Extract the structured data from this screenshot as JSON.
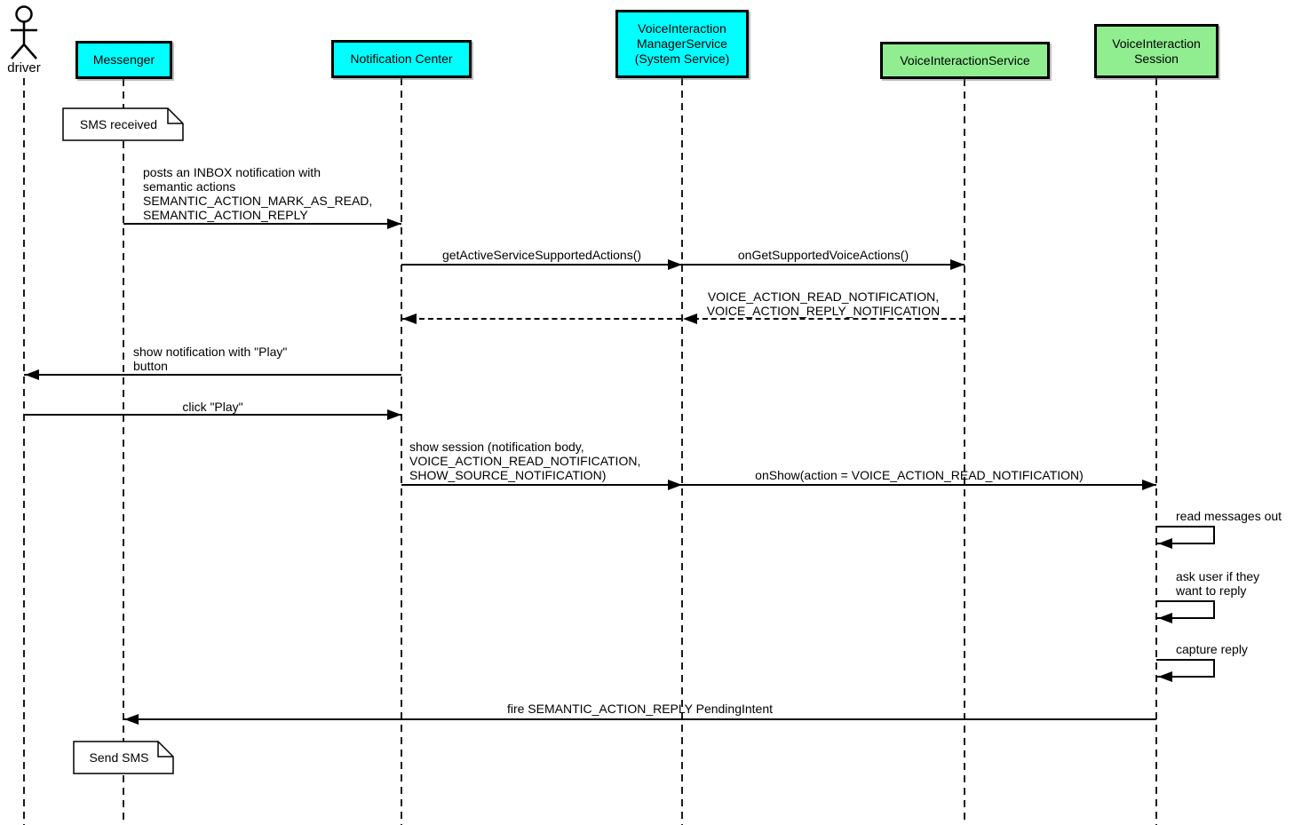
{
  "participants": [
    {
      "id": "driver",
      "label": "driver",
      "type": "actor"
    },
    {
      "id": "messenger",
      "label": "Messenger",
      "type": "system"
    },
    {
      "id": "notification-center",
      "label": "Notification Center",
      "type": "system"
    },
    {
      "id": "voice-interaction-manager-service",
      "label": "VoiceInteraction\nManagerService\n(System Service)",
      "type": "system"
    },
    {
      "id": "voice-interaction-service",
      "label": "VoiceInteractionService",
      "type": "voice"
    },
    {
      "id": "voice-interaction-session",
      "label": "VoiceInteraction\nSession",
      "type": "voice"
    }
  ],
  "colors": {
    "participant_cyan": "#00ffff",
    "participant_green": "#90ee90",
    "note_fill": "#ffffff",
    "line_black": "#000000"
  },
  "notes": [
    {
      "text": "SMS received",
      "on": "Messenger"
    },
    {
      "text": "Send SMS",
      "on": "Messenger"
    }
  ],
  "messages": [
    {
      "label": "posts an INBOX notification with\nsemantic actions\nSEMANTIC_ACTION_MARK_AS_READ,\nSEMANTIC_ACTION_REPLY",
      "from": "Messenger",
      "to": "Notification Center",
      "style": "solid"
    },
    {
      "label": "getActiveServiceSupportedActions()",
      "from": "Notification Center",
      "to": "VoiceInteraction ManagerService (System Service)",
      "style": "solid"
    },
    {
      "label": "onGetSupportedVoiceActions()",
      "from": "VoiceInteraction ManagerService (System Service)",
      "to": "VoiceInteractionService",
      "style": "solid"
    },
    {
      "label": "VOICE_ACTION_READ_NOTIFICATION,\nVOICE_ACTION_REPLY_NOTIFICATION",
      "from": "VoiceInteractionService",
      "to": "Notification Center",
      "style": "dashed-return"
    },
    {
      "label": "show notification with \"Play\"\nbutton",
      "from": "Notification Center",
      "to": "driver",
      "style": "solid"
    },
    {
      "label": "click \"Play\"",
      "from": "driver",
      "to": "Notification Center",
      "style": "solid"
    },
    {
      "label": "show session (notification body,\nVOICE_ACTION_READ_NOTIFICATION,\nSHOW_SOURCE_NOTIFICATION)",
      "from": "Notification Center",
      "to": "VoiceInteraction ManagerService (System Service)",
      "style": "solid"
    },
    {
      "label": "onShow(action = VOICE_ACTION_READ_NOTIFICATION)",
      "from": "VoiceInteraction ManagerService (System Service)",
      "to": "VoiceInteraction Session",
      "style": "solid"
    },
    {
      "label": "read messages out",
      "from": "VoiceInteraction Session",
      "to": "VoiceInteraction Session",
      "style": "self"
    },
    {
      "label": "ask user if they\nwant to reply",
      "from": "VoiceInteraction Session",
      "to": "VoiceInteraction Session",
      "style": "self"
    },
    {
      "label": "capture reply",
      "from": "VoiceInteraction Session",
      "to": "VoiceInteraction Session",
      "style": "self"
    },
    {
      "label": "fire SEMANTIC_ACTION_REPLY PendingIntent",
      "from": "VoiceInteraction Session",
      "to": "Messenger",
      "style": "solid"
    }
  ]
}
